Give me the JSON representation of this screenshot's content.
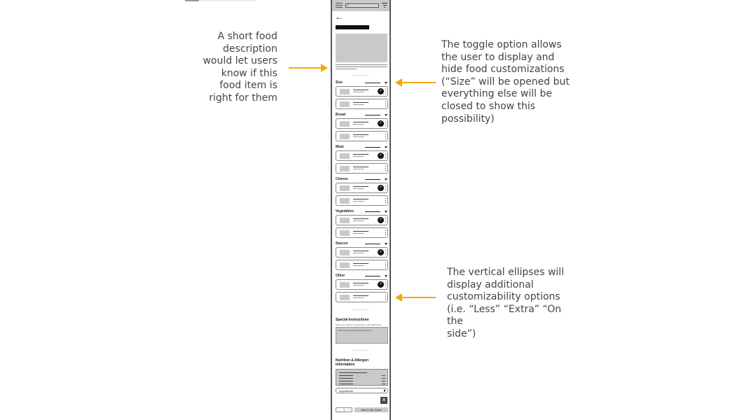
{
  "header": {
    "search_icon": "magnifier-glyph",
    "search_glyph": "⌕",
    "back_glyph": "←"
  },
  "categories": [
    {
      "label": "Size",
      "options": [
        {
          "selected": true
        },
        {
          "selected": false
        }
      ]
    },
    {
      "label": "Bread",
      "options": [
        {
          "selected": true
        },
        {
          "selected": false
        }
      ]
    },
    {
      "label": "Meat",
      "options": [
        {
          "selected": true
        },
        {
          "selected": false
        }
      ]
    },
    {
      "label": "Cheese",
      "options": [
        {
          "selected": true
        },
        {
          "selected": false
        }
      ]
    },
    {
      "label": "Vegetables",
      "options": [
        {
          "selected": true
        },
        {
          "selected": false
        }
      ]
    },
    {
      "label": "Sauces",
      "options": [
        {
          "selected": true
        },
        {
          "selected": false
        }
      ]
    },
    {
      "label": "Other",
      "options": [
        {
          "selected": true
        },
        {
          "selected": false
        }
      ]
    }
  ],
  "check_glyph": "✓",
  "special_instructions": {
    "title": "Special Instructions",
    "hint": "Enter any notes or food choices in the field below",
    "placeholder": "Lorem ipsum something instructions..."
  },
  "nutrition": {
    "title_line1": "Nutrition & Allergen",
    "title_line2": "Information",
    "ingredients_label": "Ingredients"
  },
  "close_glyph": "✕",
  "order": {
    "minus": "–",
    "quantity": "1",
    "plus": "+",
    "add_label": "Add to My Order"
  },
  "annotations": {
    "description": [
      "A short food",
      "description",
      "would let users",
      "know if this",
      "food item is",
      "right for them"
    ],
    "toggle": [
      "The toggle option allows",
      "the user to display and",
      "hide food customizations",
      "(“Size” will be opened but",
      "everything else will be",
      "closed to show this",
      "possibility)"
    ],
    "ellipses": [
      "The vertical ellipses will",
      "display additional",
      "customizability options",
      "(i.e. “Less” “Extra” “On the",
      "side”)"
    ]
  },
  "colors": {
    "arrow": "#f2a900",
    "wire_gray": "#c9c9c9"
  }
}
